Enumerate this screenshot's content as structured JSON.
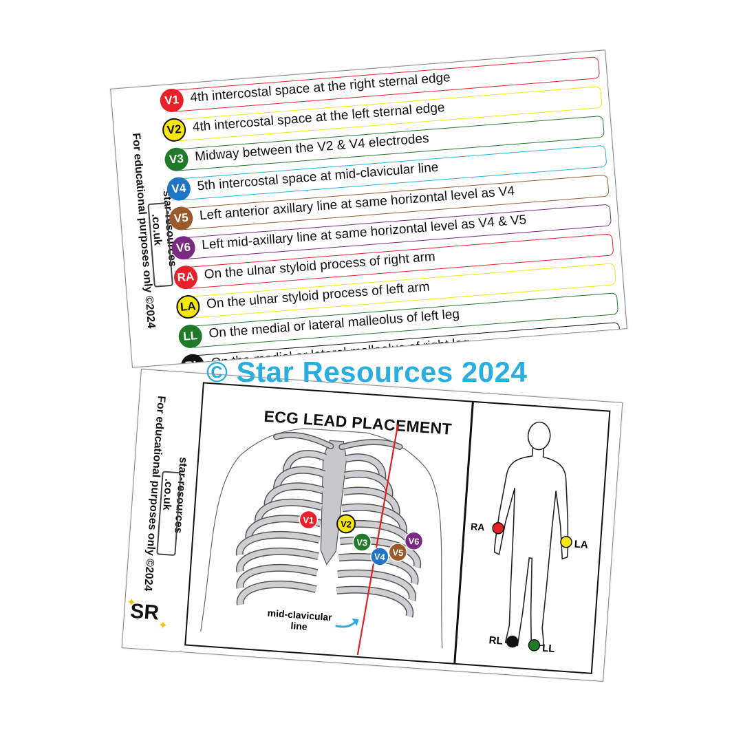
{
  "watermark": "© Star Resources 2024",
  "side": {
    "site_line1": "star-resources",
    "site_line2": ".co.uk",
    "note": "For educational purposes only ©2024"
  },
  "logo": {
    "text": "SR"
  },
  "leads": [
    {
      "code": "V1",
      "text": "4th intercostal space at the right sternal edge",
      "color": "#e8202a",
      "dark": false
    },
    {
      "code": "V2",
      "text": "4th intercostal space at the left sternal edge",
      "color": "#f5e612",
      "dark": true
    },
    {
      "code": "V3",
      "text": "Midway between the V2 & V4 electrodes",
      "color": "#1f7a2a",
      "dark": false
    },
    {
      "code": "V4",
      "text": "5th intercostal space at mid-clavicular line",
      "color": "#1f74c4",
      "dark": false
    },
    {
      "code": "V5",
      "text": "Left anterior axillary line at same horizontal level as V4",
      "color": "#9a5a2c",
      "dark": false
    },
    {
      "code": "V6",
      "text": "Left mid-axillary line at same horizontal level as V4 & V5",
      "color": "#7a2a82",
      "dark": false
    },
    {
      "code": "RA",
      "text": "On the ulnar styloid process of right arm",
      "color": "#e8202a",
      "dark": false
    },
    {
      "code": "LA",
      "text": "On the ulnar styloid process of left arm",
      "color": "#f5e612",
      "dark": true
    },
    {
      "code": "LL",
      "text": "On the medial or lateral malleolus of left leg",
      "color": "#1f7a2a",
      "dark": false
    },
    {
      "code": "RL",
      "text": "On the medial or lateral malleolus of right leg",
      "color": "#111111",
      "dark": false
    }
  ],
  "pill_border_colors": [
    "#e8202a",
    "#f5e612",
    "#1f7a2a",
    "#2aaee0",
    "#9a5a2c",
    "#7a2a82",
    "#e8202a",
    "#f5e612",
    "#1f7a2a",
    "#111111"
  ],
  "diagram": {
    "heading": "ECG LEAD PLACEMENT",
    "midclavicular_label_line1": "mid-clavicular",
    "midclavicular_label_line2": "line",
    "chest_leads": [
      "V1",
      "V2",
      "V3",
      "V4",
      "V5",
      "V6"
    ],
    "limb_labels": {
      "ra": "RA",
      "la": "LA",
      "rl": "RL",
      "ll": "LL"
    }
  }
}
